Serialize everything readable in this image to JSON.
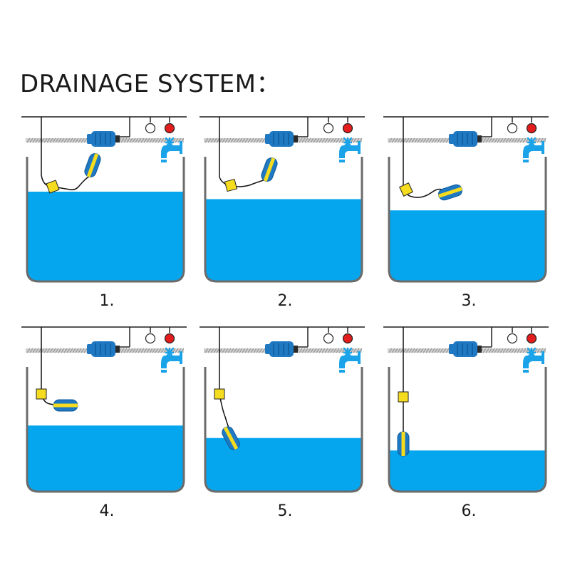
{
  "title": "DRAINAGE SYSTEM：",
  "colors": {
    "water": "#06a6ef",
    "tank_wall": "#6b6b6b",
    "pump": "#1e78c2",
    "float_yellow": "#f5dc1e",
    "indicator_red": "#e31c1c",
    "faucet": "#1aa3e8"
  },
  "steps": [
    {
      "label": "1.",
      "water_level_fraction": 0.72
    },
    {
      "label": "2.",
      "water_level_fraction": 0.66
    },
    {
      "label": "3.",
      "water_level_fraction": 0.57
    },
    {
      "label": "4.",
      "water_level_fraction": 0.53
    },
    {
      "label": "5.",
      "water_level_fraction": 0.43
    },
    {
      "label": "6.",
      "water_level_fraction": 0.33
    }
  ]
}
